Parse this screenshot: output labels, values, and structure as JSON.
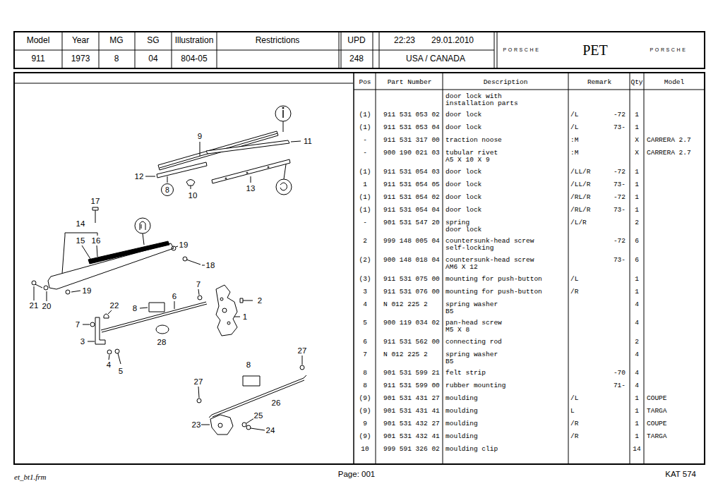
{
  "diagram": {
    "nodes": [
      {
        "text": [
          "8"
        ]
      }
    ],
    "labels": [
      "Model",
      "Year",
      "MG",
      "SG",
      "Illustration",
      "Restrictions",
      "UPD",
      "22:23",
      "29.01.2010",
      "PORSCHE",
      "PET",
      "PORSCHE",
      "911",
      "1973",
      "8",
      "04",
      "804-05",
      "248",
      "USA / CANADA",
      "Pos",
      "Part Number",
      "Description",
      "Remark",
      "Qty",
      "Model",
      "door lock with installation parts",
      "(1)",
      "911 531 053 02",
      "door lock",
      "/L",
      "-72",
      "1",
      "(1)",
      "911 531 053 04",
      "door lock",
      "/L",
      "73-",
      "1",
      "-",
      "911 531 317 00",
      "traction noose",
      ":M",
      "X",
      "CARRERA 2.7",
      "-",
      "900 190 021 03",
      "tubular rivet A5 X 10 X 9",
      ":M",
      "X",
      "CARRERA 2.7",
      "(1)",
      "911 531 054 03",
      "door lock",
      "/LL/R",
      "-72",
      "1",
      "1",
      "911 531 054 05",
      "door lock",
      "/LL/R",
      "73-",
      "1",
      "(1)",
      "911 531 054 02",
      "door lock",
      "/RL/R",
      "-72",
      "1",
      "(1)",
      "911 531 054 04",
      "door lock",
      "/RL/R",
      "73-",
      "1",
      "-",
      "901 531 547 20",
      "spring door lock",
      "/L/R",
      "2",
      "2",
      "999 148 005 04",
      "countersunk-head screw self-locking",
      "-72",
      "6",
      "(2)",
      "900 148 018 04",
      "countersunk-head screw AM6 X 12",
      "73-",
      "6",
      "(3)",
      "911 531 075 00",
      "mounting for push-button",
      "/L",
      "1",
      "3",
      "911 531 076 00",
      "mounting for push-button",
      "/R",
      "1",
      "4",
      "N 012 225 2",
      "spring washer B5",
      "4",
      "5",
      "900 119 034 02",
      "pan-head screw M5 X 8",
      "4",
      "6",
      "911 531 562 00",
      "connecting rod",
      "2",
      "7",
      "N 012 225 2",
      "spring washer B5",
      "4",
      "8",
      "901 531 599 21",
      "felt strip",
      "-70",
      "4",
      "8",
      "911 531 599 00",
      "rubber mounting",
      "71-",
      "4",
      "(9)",
      "901 531 431 27",
      "moulding",
      "/L",
      "1",
      "COUPE",
      "(9)",
      "901 531 431 41",
      "moulding",
      "L",
      "1",
      "TARGA",
      "9",
      "901 531 432 27",
      "moulding",
      "/R",
      "1",
      "COUPE",
      "(9)",
      "901 531 432 41",
      "moulding",
      "/R",
      "1",
      "TARGA",
      "10",
      "999 591 326 02",
      "moulding clip",
      "14",
      "9",
      "11",
      "12",
      "10",
      "13",
      "17",
      "14",
      "15",
      "16",
      "19",
      "18",
      "7",
      "19",
      "21",
      "20",
      "22",
      "6",
      "8",
      "2",
      "1",
      "7",
      "3",
      "28",
      "4",
      "5",
      "27",
      "8",
      "27",
      "26",
      "25",
      "23",
      "24",
      "et_bt1.frm",
      "Page: 001",
      "KAT 574"
    ]
  }
}
